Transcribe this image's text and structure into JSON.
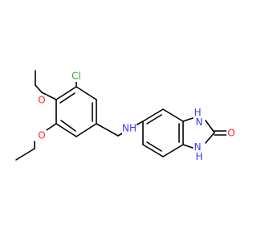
{
  "molecule": {
    "atoms": {
      "chlorine": "Cl",
      "methoxy_oxygen": "O",
      "ethoxy_oxygen": "O",
      "amine_nitrogen": "NH",
      "imidazole_n_top": "H\nN",
      "imidazole_n_bottom": "N\nH",
      "carbonyl_oxygen": "O"
    },
    "colors": {
      "bond": "#000000",
      "chlorine": "#33aa33",
      "oxygen": "#ff2a2a",
      "nitrogen": "#3a3aff"
    }
  }
}
